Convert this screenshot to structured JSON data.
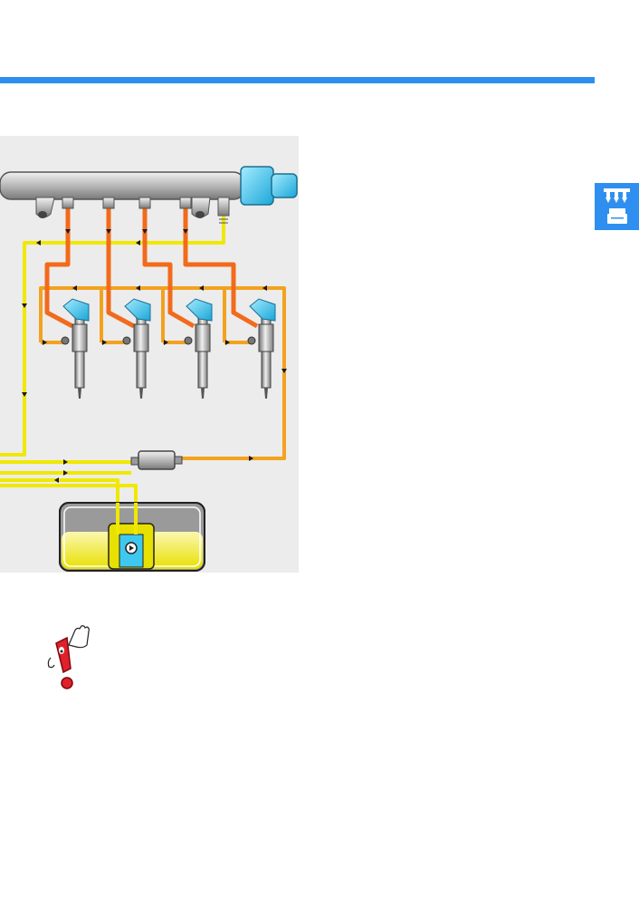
{
  "colors": {
    "accent_blue": "#2e8ff0",
    "supply_yellow": "#f0e800",
    "high_pressure_orange": "#f26a1b",
    "return_orange": "#f3a21f",
    "component_cyan": "#3ec8f0",
    "diagram_background": "#ececec",
    "warning_red": "#e0202a"
  },
  "icons": {
    "side_tab": "engine-fuel-system-icon",
    "warning": "warning-hand-figure-icon"
  },
  "diagram": {
    "components": [
      "common-rail",
      "pressure-regulator",
      "injector",
      "injector",
      "injector",
      "injector",
      "return-fitting",
      "fuel-filter",
      "fuel-tank",
      "tank-pump"
    ]
  }
}
